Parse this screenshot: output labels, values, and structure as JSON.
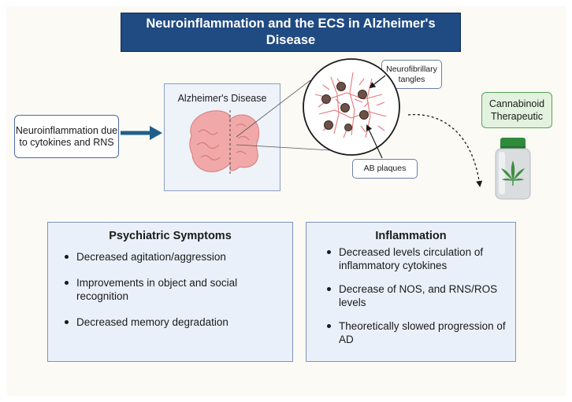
{
  "title": "Neuroinflammation and the ECS in Alzheimer's Disease",
  "input": {
    "label": "Neuroinflammation due to cytokines and RNS"
  },
  "brain_panel": {
    "label": "Alzheimer's Disease"
  },
  "callouts": {
    "tangles": "Neurofibrillary tangles",
    "plaques": "AB plaques"
  },
  "therapeutic": {
    "label": "Cannabinoid Therapeutic"
  },
  "psychiatric": {
    "title": "Psychiatric Symptoms",
    "items": [
      "Decreased agitation/aggression",
      "Improvements in object and social recognition",
      "Decreased memory degradation"
    ]
  },
  "inflammation": {
    "title": "Inflammation",
    "items": [
      "Decreased levels circulation of inflammatory cytokines",
      "Decrease of NOS, and RNS/ROS levels",
      "Theoretically slowed progression of AD"
    ]
  },
  "colors": {
    "title_bg": "#1f4a82",
    "arrow": "#1f5f8a",
    "brain": "#f0a9a8",
    "neuron": "#e8787a",
    "bottle_cap": "#2f8a3c",
    "leaf": "#3e8e3e"
  }
}
